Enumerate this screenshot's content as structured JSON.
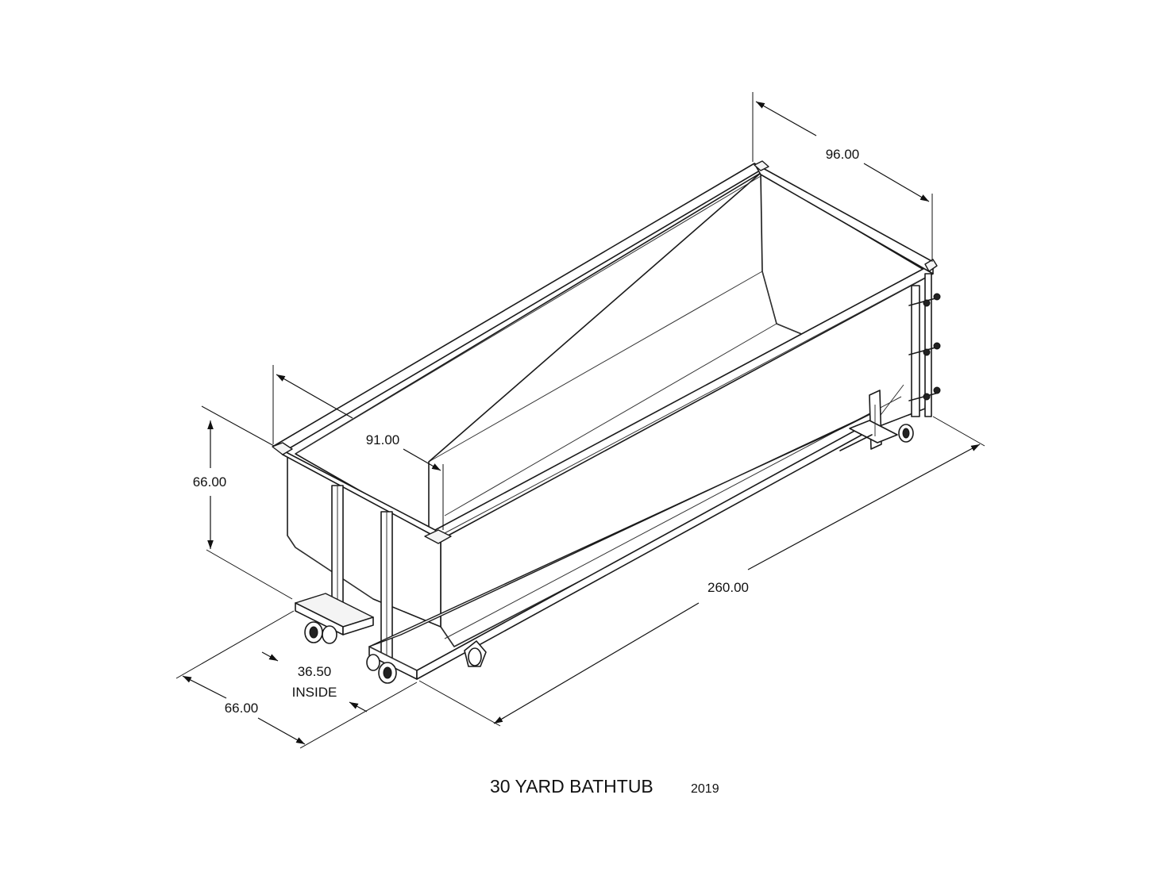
{
  "drawing": {
    "title": "30 YARD BATHTUB",
    "year": "2019"
  },
  "dimensions": {
    "end_width_top": "96.00",
    "inside_width_top": "91.00",
    "height": "66.00",
    "length": "260.00",
    "base_inside_value": "36.50",
    "base_inside_label": "INSIDE",
    "base_width": "66.00"
  }
}
